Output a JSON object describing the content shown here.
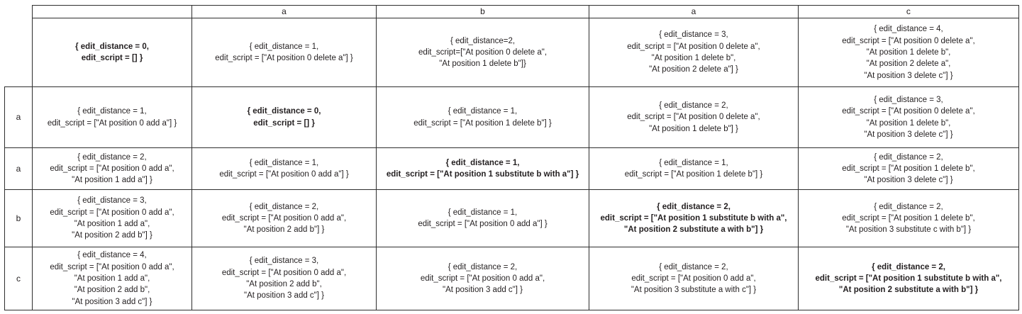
{
  "table": {
    "corner_label": "",
    "column_headers": [
      "",
      "a",
      "b",
      "a",
      "c"
    ],
    "row_headers": [
      "",
      "a",
      "a",
      "b",
      "c"
    ],
    "rows": [
      {
        "header": "",
        "cells": [
          {
            "text": "{ edit_distance = 0,\nedit_script = [] }",
            "bold": true
          },
          {
            "text": "{ edit_distance = 1,\nedit_script = [\"At position 0 delete a\"] }",
            "bold": false
          },
          {
            "text": "{ edit_distance=2,\nedit_script=[\"At position 0 delete a\",\n\"At position 1 delete b\"]}",
            "bold": false
          },
          {
            "text": "{ edit_distance = 3,\nedit_script = [\"At position 0 delete a\",\n\"At position 1 delete b\",\n\"At position 2 delete a\"] }",
            "bold": false
          },
          {
            "text": "{ edit_distance = 4,\nedit_script = [\"At position 0 delete a\",\n\"At position 1 delete b\",\n\"At position 2 delete a\",\n\"At position 3 delete c\"] }",
            "bold": false
          }
        ]
      },
      {
        "header": "a",
        "cells": [
          {
            "text": "{ edit_distance = 1,\nedit_script = [\"At position 0 add a\"] }",
            "bold": false
          },
          {
            "text": "{ edit_distance = 0,\nedit_script = [] }",
            "bold": true
          },
          {
            "text": "{ edit_distance = 1,\nedit_script = [\"At position 1 delete b\"] }",
            "bold": false
          },
          {
            "text": "{ edit_distance = 2,\nedit_script = [\"At position 0 delete a\",\n\"At position 1 delete b\"] }",
            "bold": false
          },
          {
            "text": "{ edit_distance = 3,\nedit_script = [\"At position 0 delete a\",\n\"At position 1 delete b\",\n\"At position 3 delete c\"] }",
            "bold": false
          }
        ]
      },
      {
        "header": "a",
        "cells": [
          {
            "text": "{ edit_distance = 2,\nedit_script = [\"At position 0 add a\",\n\"At position 1 add a\"] }",
            "bold": false
          },
          {
            "text": "{ edit_distance = 1,\nedit_script = [\"At position 0 add a\"] }",
            "bold": false
          },
          {
            "text": "{ edit_distance = 1,\nedit_script = [\"At position 1 substitute b with a\"] }",
            "bold": true
          },
          {
            "text": "{ edit_distance = 1,\nedit_script = [\"At position 1 delete b\"] }",
            "bold": false
          },
          {
            "text": "{ edit_distance = 2,\nedit_script = [\"At position 1 delete b\",\n\"At position 3 delete c\"] }",
            "bold": false
          }
        ]
      },
      {
        "header": "b",
        "cells": [
          {
            "text": "{ edit_distance = 3,\nedit_script = [\"At position 0 add a\",\n\"At position 1 add a\",\n\"At position 2 add b\"] }",
            "bold": false
          },
          {
            "text": "{ edit_distance = 2,\nedit_script = [\"At position 0 add a\",\n\"At position 2 add b\"] }",
            "bold": false
          },
          {
            "text": "{ edit_distance = 1,\nedit_script = [\"At position 0 add a\"] }",
            "bold": false
          },
          {
            "text": "{ edit_distance = 2,\nedit_script = [\"At position 1 substitute b with a\",\n\"At position 2 substitute a with b\"] }",
            "bold": true
          },
          {
            "text": "{ edit_distance = 2,\nedit_script = [\"At position 1 delete b\",\n\"At position 3 substitute c with b\"] }",
            "bold": false
          }
        ]
      },
      {
        "header": "c",
        "cells": [
          {
            "text": "{ edit_distance = 4,\nedit_script = [\"At position 0 add a\",\n\"At position 1 add a\",\n\"At position 2 add b\",\n\"At position 3 add c\"] }",
            "bold": false
          },
          {
            "text": "{ edit_distance = 3,\nedit_script = [\"At position 0 add a\",\n\"At position 2 add b\",\n\"At position 3 add c\"] }",
            "bold": false
          },
          {
            "text": "{ edit_distance = 2,\nedit_script = [\"At position 0 add a\",\n\"At position 3 add c\"] }",
            "bold": false
          },
          {
            "text": "{ edit_distance = 2,\nedit_script = [\"At position 0 add a\",\n\"At position 3 substitute a with c\"] }",
            "bold": false
          },
          {
            "text": "{ edit_distance = 2,\nedit_script = [\"At position 1 substitute b with a\",\n\"At position 2 substitute a with b\"] }",
            "bold": true
          }
        ]
      }
    ]
  }
}
